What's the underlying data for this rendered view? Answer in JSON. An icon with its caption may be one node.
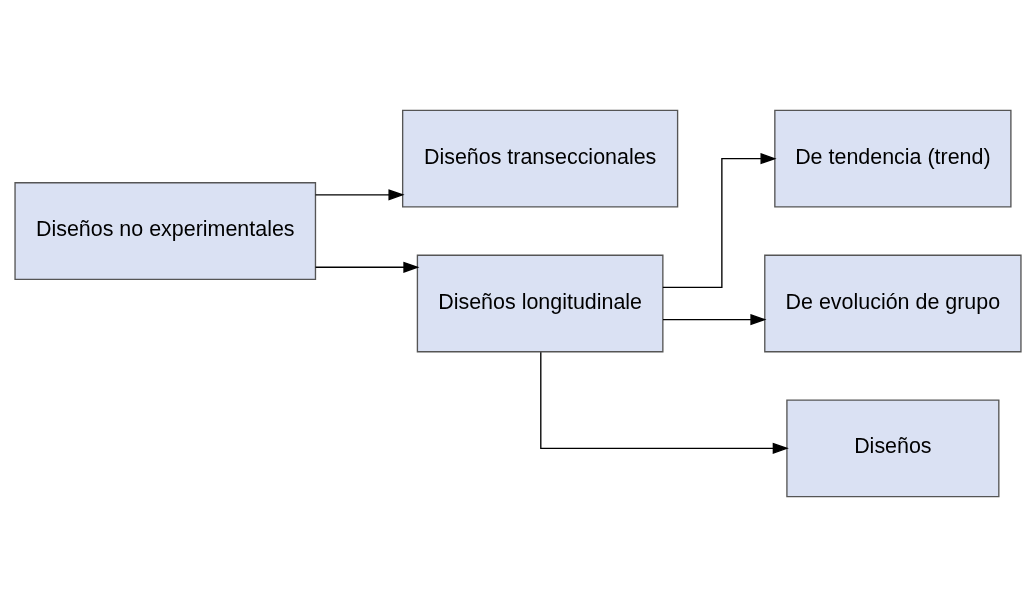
{
  "diagram": {
    "nodes": [
      {
        "text": [
          "Diseños no experimentales"
        ]
      },
      {
        "text": [
          "Diseños transeccionales"
        ]
      },
      {
        "text": [
          "Diseños longitudinale"
        ]
      },
      {
        "text": [
          "De tendencia (trend)"
        ]
      },
      {
        "text": [
          "De evolución de grupo"
        ]
      },
      {
        "text": [
          "Diseños"
        ]
      }
    ],
    "edges": [
      {
        "from": 0,
        "to": 1,
        "arrow": "to"
      },
      {
        "from": 0,
        "to": 2,
        "arrow": "to"
      },
      {
        "from": 2,
        "to": 3,
        "arrow": "to"
      },
      {
        "from": 2,
        "to": 4,
        "arrow": "to"
      },
      {
        "from": 2,
        "to": 5,
        "arrow": "to"
      }
    ]
  }
}
